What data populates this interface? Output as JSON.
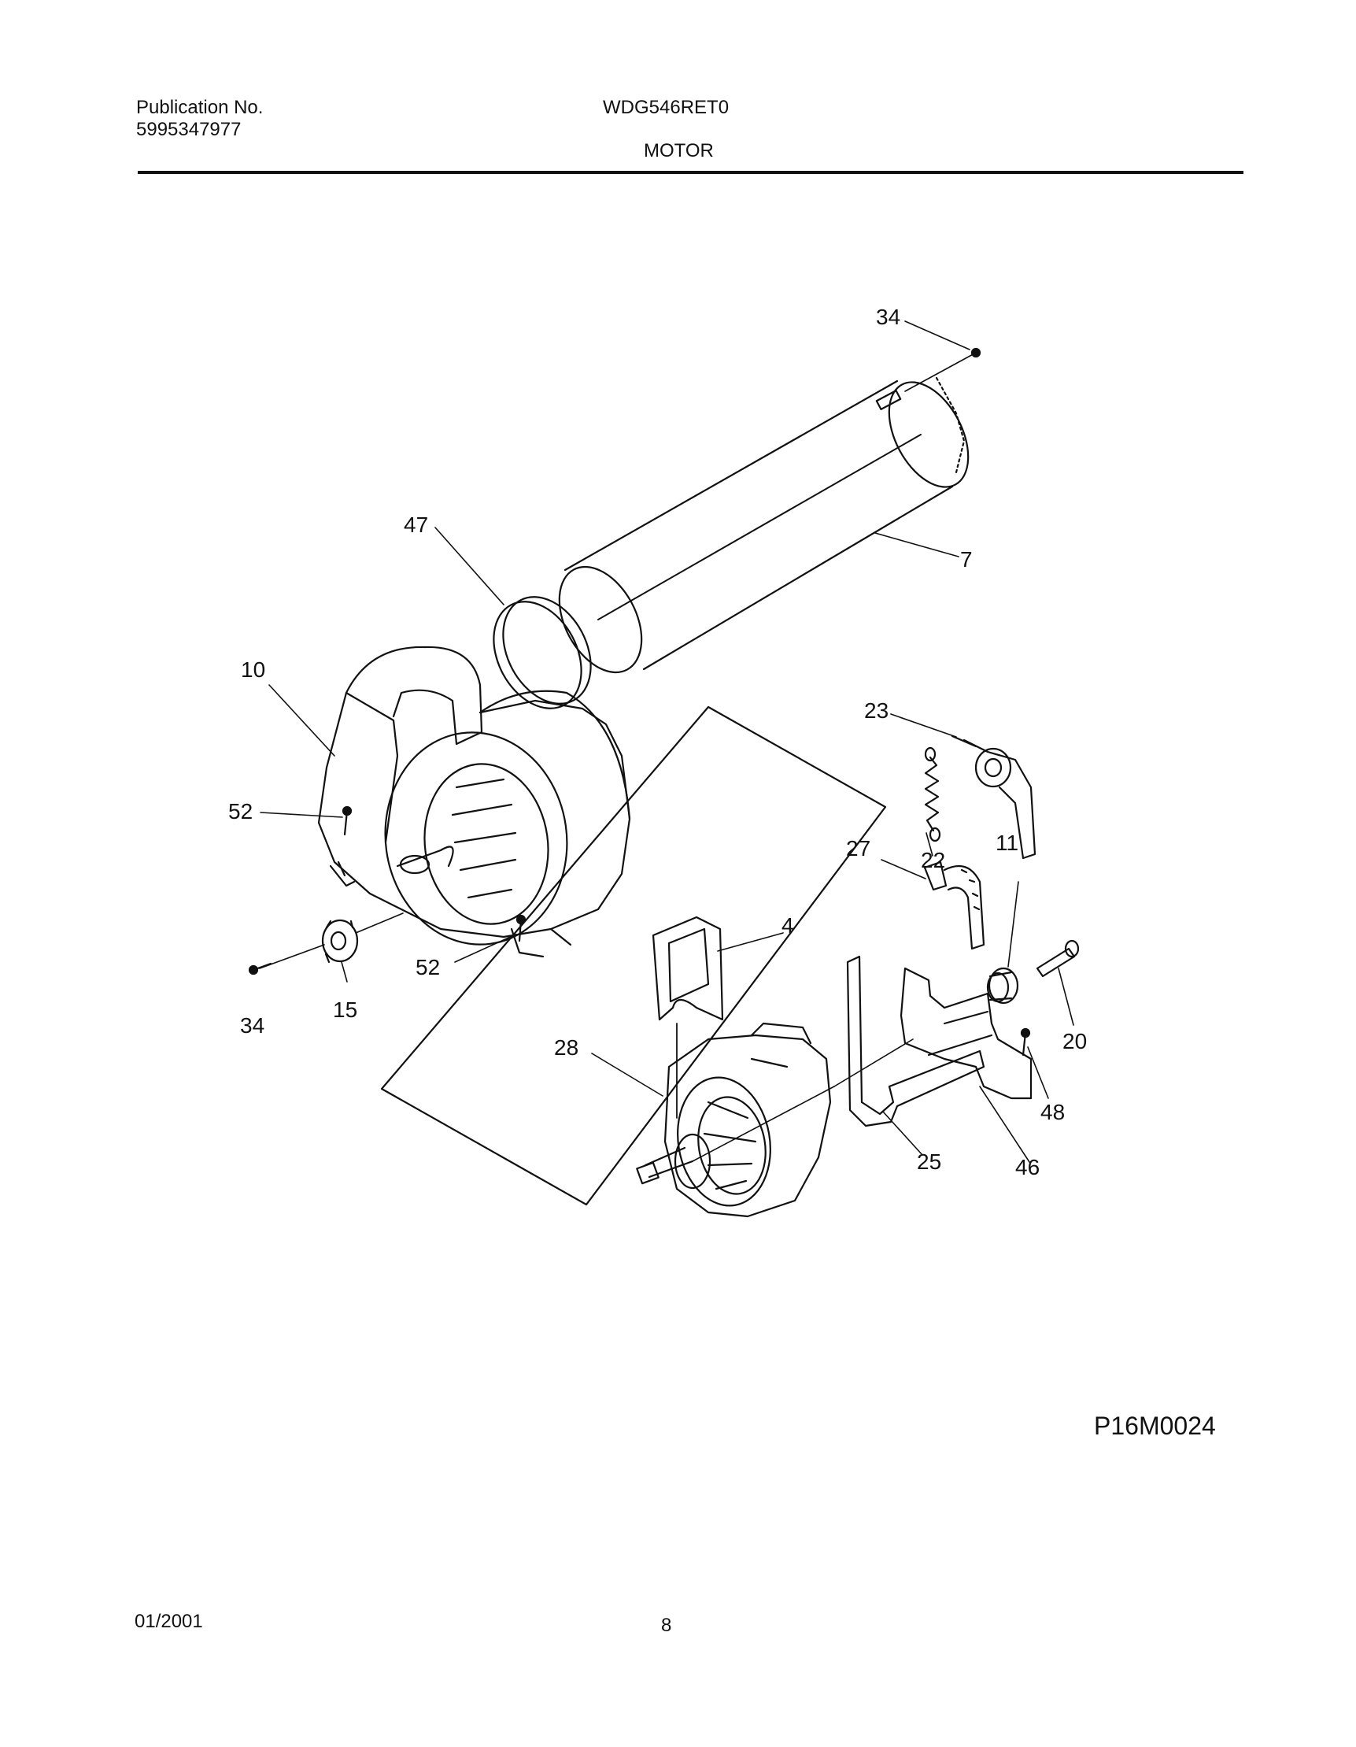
{
  "header": {
    "publication_label": "Publication No.",
    "publication_number": "5995347977",
    "model": "WDG546RET0",
    "section_title": "MOTOR"
  },
  "diagram": {
    "callouts": {
      "c34_top": "34",
      "c47": "47",
      "c7": "7",
      "c10": "10",
      "c23": "23",
      "c22": "22",
      "c52_left": "52",
      "c11": "11",
      "c27": "27",
      "c4": "4",
      "c52_bottom": "52",
      "c20": "20",
      "c34_left": "34",
      "c15": "15",
      "c28": "28",
      "c48": "48",
      "c25": "25",
      "c46": "46"
    },
    "illustration_code": "P16M0024"
  },
  "footer": {
    "date": "01/2001",
    "page_number": "8"
  }
}
